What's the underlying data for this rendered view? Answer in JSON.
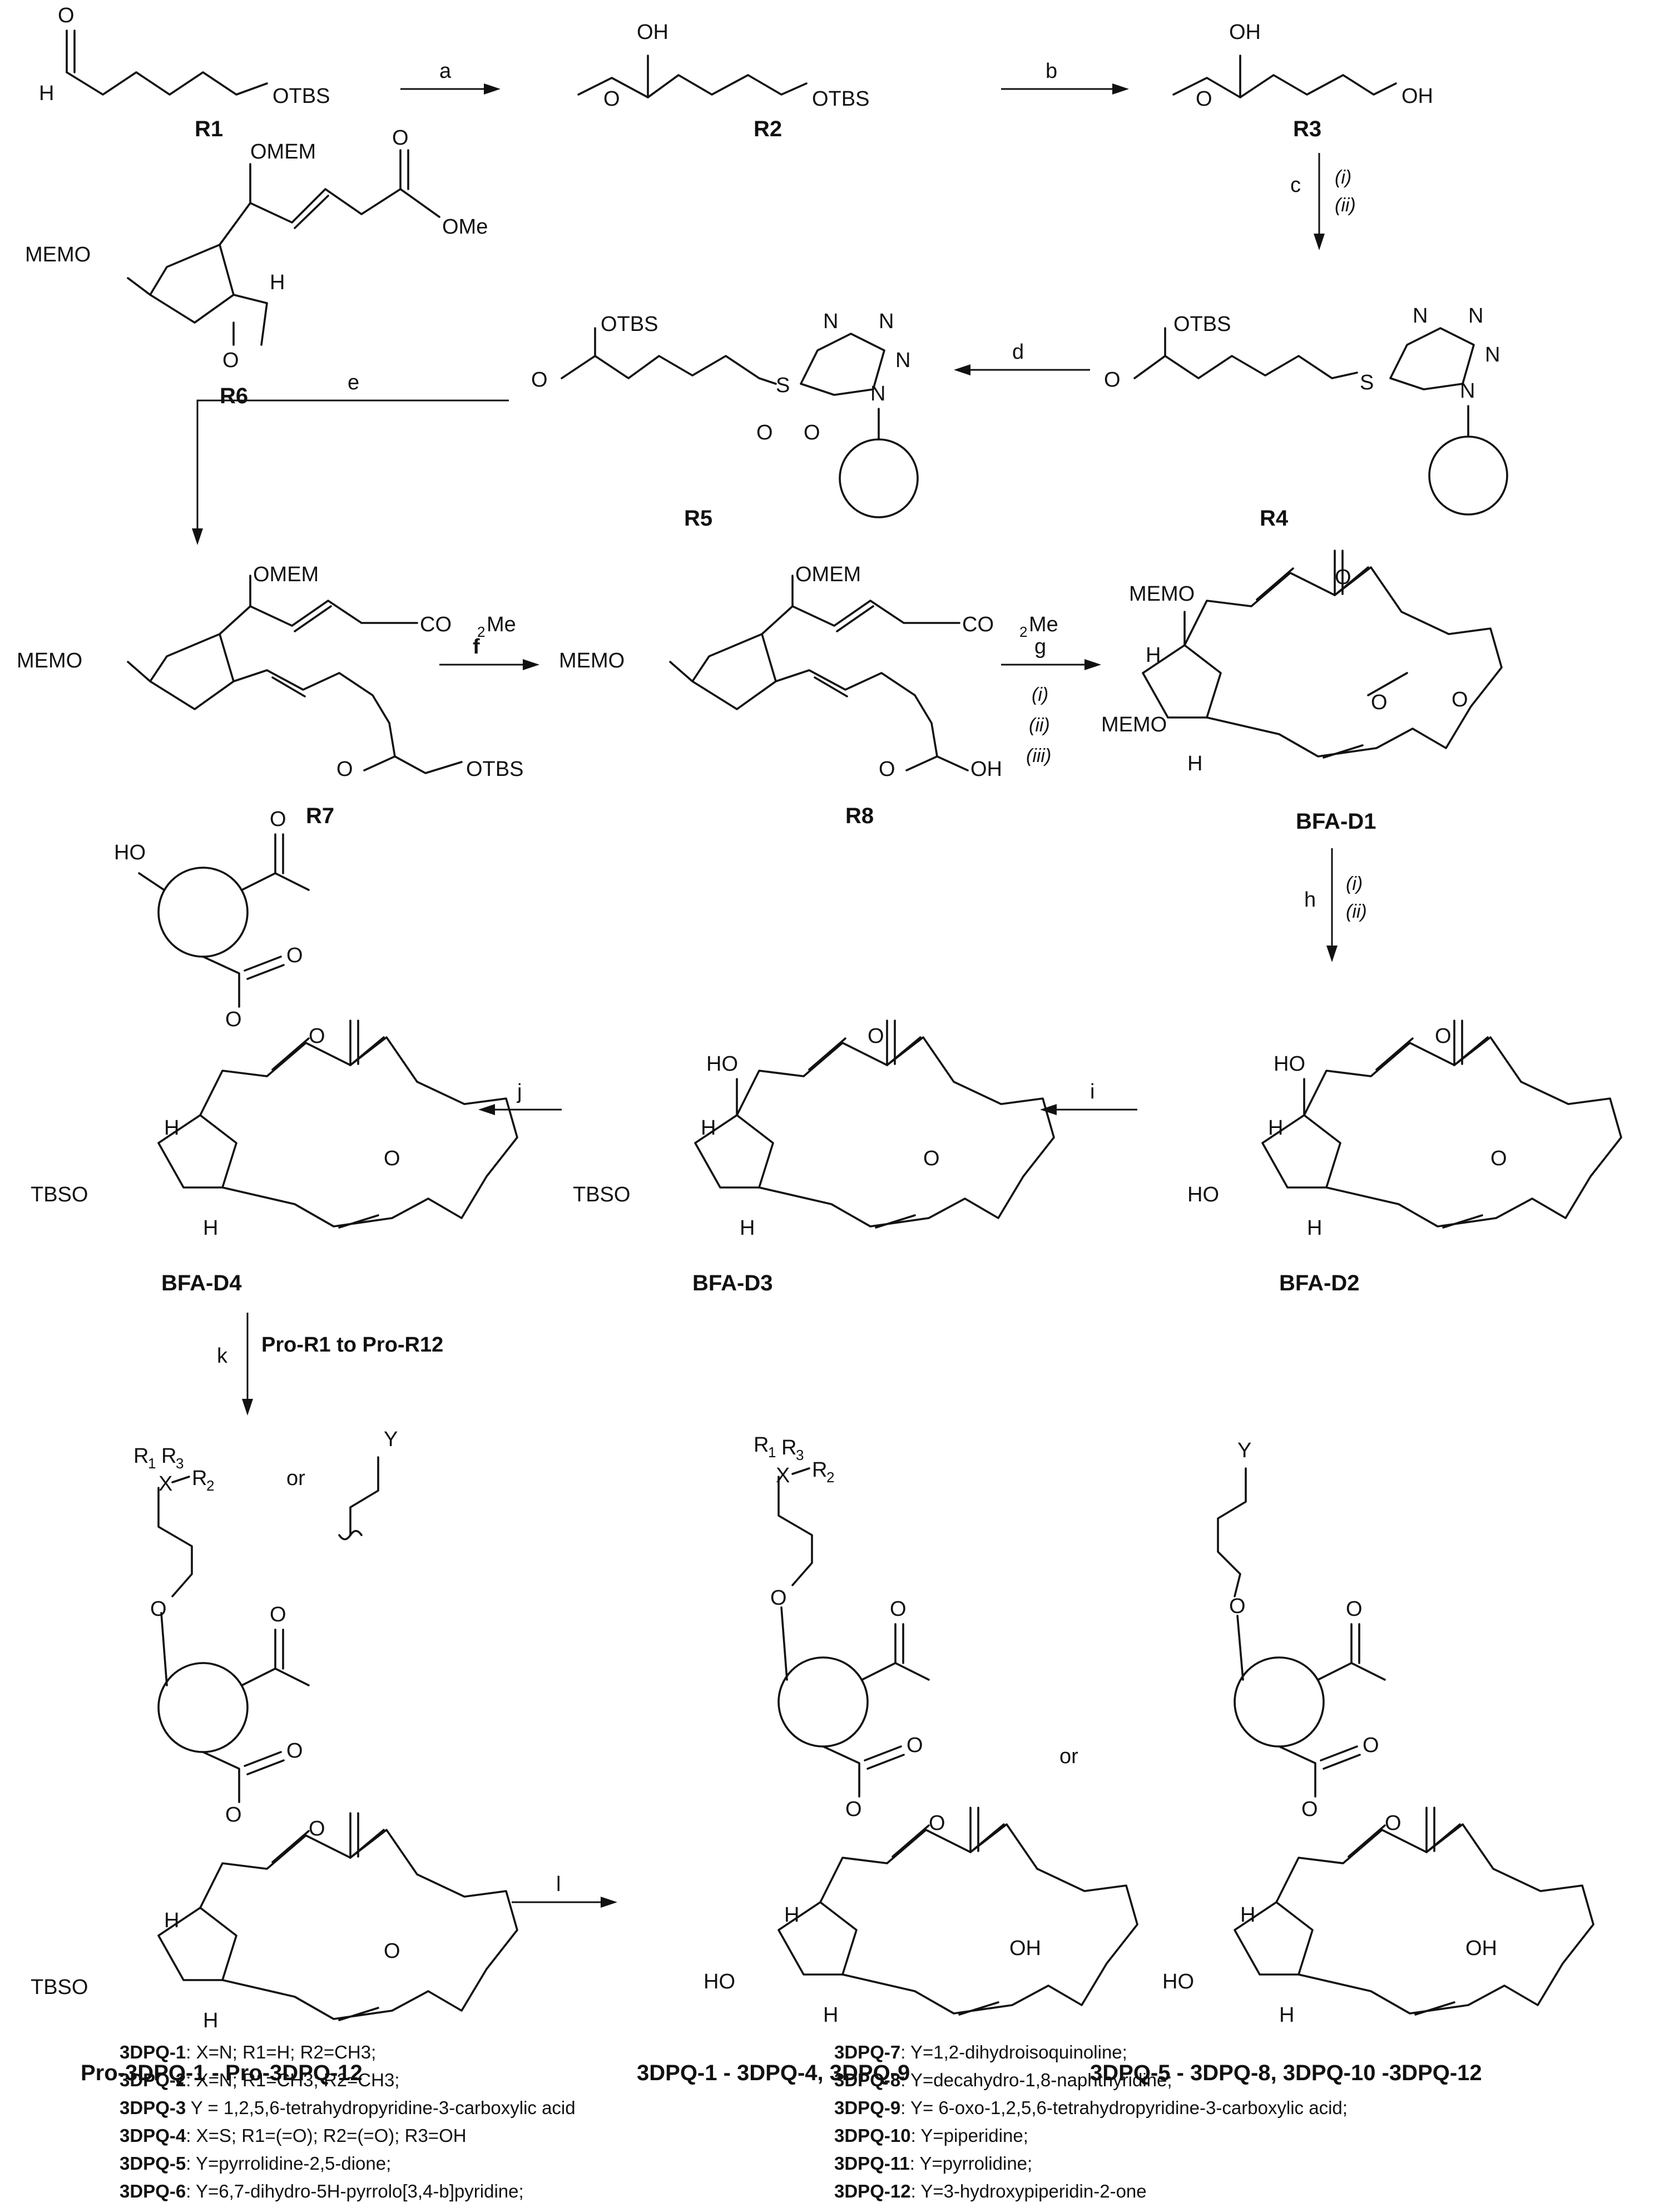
{
  "compounds": {
    "R1": "R1",
    "R2": "R2",
    "R3": "R3",
    "R4": "R4",
    "R5": "R5",
    "R6": "R6",
    "R7": "R7",
    "R8": "R8",
    "BFA_D1": "BFA-D1",
    "BFA_D2": "BFA-D2",
    "BFA_D3": "BFA-D3",
    "BFA_D4": "BFA-D4",
    "pro_range": "Pro-3DPQ-1 - Pro-3DPQ-12",
    "prod_range_a": "3DPQ-1 - 3DPQ-4,  3DPQ-9",
    "prod_range_b": "3DPQ-5 - 3DPQ-8,  3DPQ-10 -3DPQ-12"
  },
  "steps": {
    "a": "a",
    "b": "b",
    "c": "c",
    "d": "d",
    "e": "e",
    "f": "f",
    "g": "g",
    "h": "h",
    "i": "i",
    "j": "j",
    "k": "k",
    "l": "l",
    "k_reagent": "Pro-R1 to Pro-R12",
    "sub_i": "(i)",
    "sub_ii": "(ii)",
    "sub_iii": "(iii)"
  },
  "groups": {
    "OTBS": "OTBS",
    "OH": "OH",
    "O": "O",
    "H": "H",
    "S": "S",
    "OMEM": "OMEM",
    "MEMO": "MEMO",
    "OMe": "OMe",
    "CO2Me_a": "CO",
    "CO2Me_sub": "2",
    "CO2Me_b": "Me",
    "TBSO": "TBSO",
    "HO": "HO",
    "N": "N",
    "N1": "1",
    "X": "X",
    "Y": "Y",
    "R1": "R",
    "R1_sub": "1",
    "R2_sub": "2",
    "R3_sub": "3",
    "or": "or"
  },
  "legend": {
    "left": [
      {
        "name": "3DPQ-1",
        "desc": "X=N; R1=H; R2=CH3;"
      },
      {
        "name": "3DPQ-2",
        "desc": "X=N; R1=CH3; R2=CH3;"
      },
      {
        "name": "3DPQ-3",
        "desc": "Y = 1,2,5,6-tetrahydropyridine-3-carboxylic acid"
      },
      {
        "name": "3DPQ-4",
        "desc": "X=S; R1=(=O); R2=(=O); R3=OH"
      },
      {
        "name": "3DPQ-5",
        "desc": "Y=pyrrolidine-2,5-dione;"
      },
      {
        "name": "3DPQ-6",
        "desc": "Y=6,7-dihydro-5H-pyrrolo[3,4-b]pyridine;"
      }
    ],
    "right": [
      {
        "name": "3DPQ-7",
        "desc": "Y=1,2-dihydroisoquinoline;"
      },
      {
        "name": "3DPQ-8",
        "desc": "Y=decahydro-1,8-naphthyridine;"
      },
      {
        "name": "3DPQ-9",
        "desc": "Y= 6-oxo-1,2,5,6-tetrahydropyridine-3-carboxylic acid;"
      },
      {
        "name": "3DPQ-10",
        "desc": "Y=piperidine;"
      },
      {
        "name": "3DPQ-11",
        "desc": "Y=pyrrolidine;"
      },
      {
        "name": "3DPQ-12",
        "desc": "Y=3-hydroxypiperidin-2-one"
      }
    ]
  }
}
